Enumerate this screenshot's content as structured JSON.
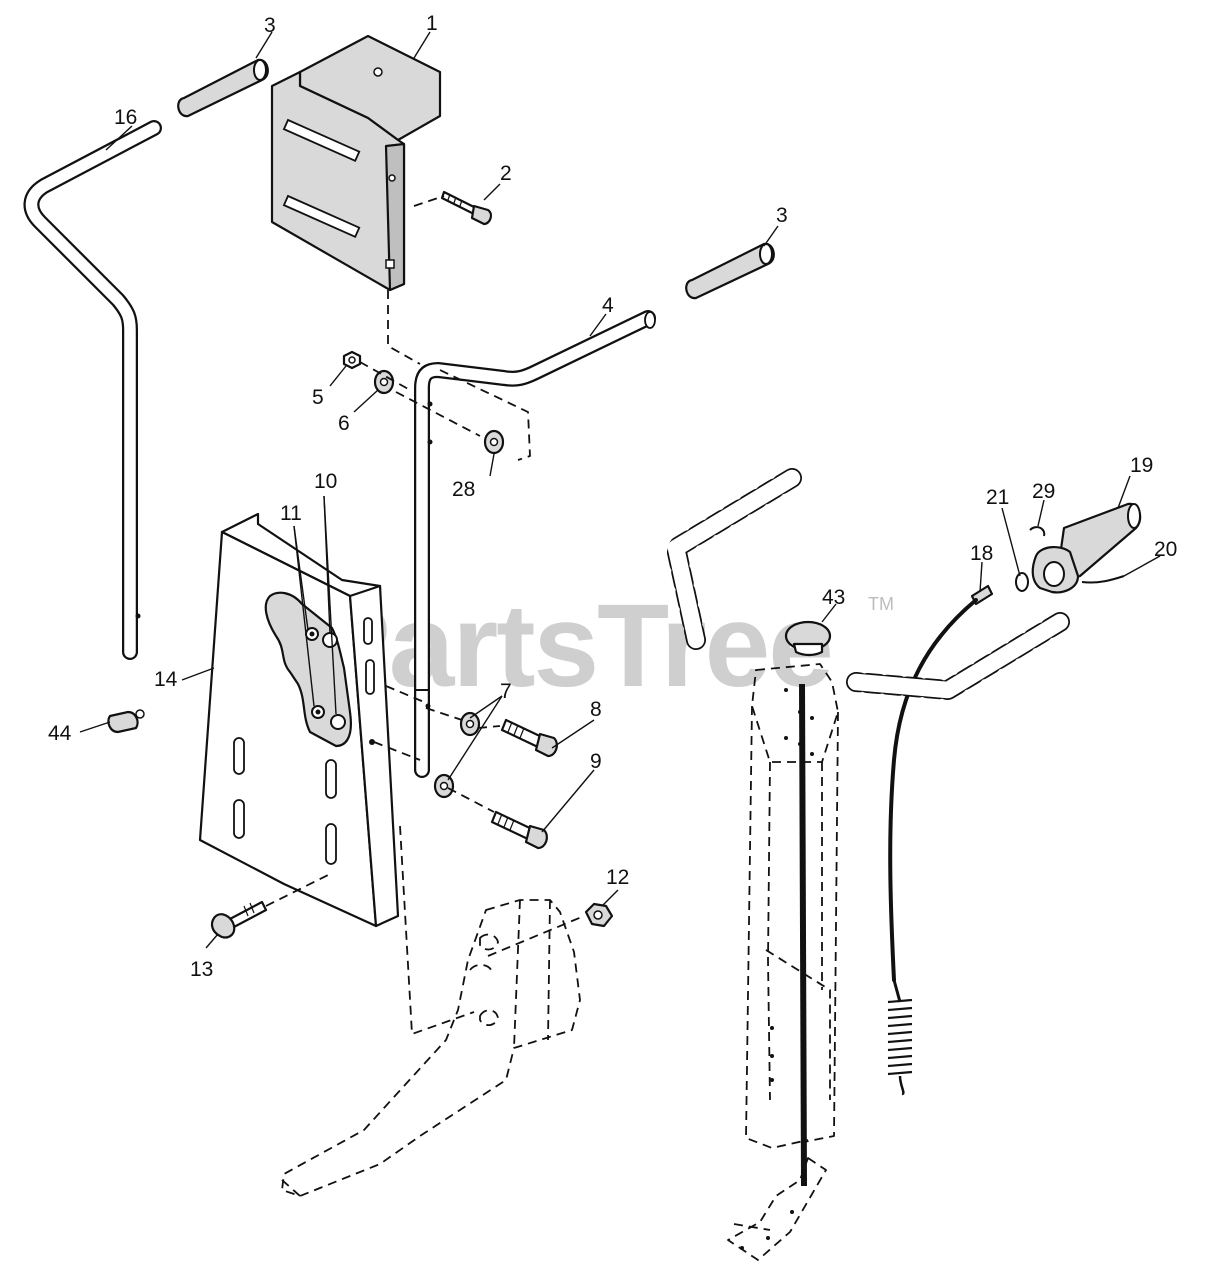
{
  "callouts": {
    "c1": "1",
    "c2": "2",
    "c3a": "3",
    "c3b": "3",
    "c4": "4",
    "c5": "5",
    "c6": "6",
    "c7": "7",
    "c8": "8",
    "c9": "9",
    "c10": "10",
    "c11": "11",
    "c12": "12",
    "c13": "13",
    "c14": "14",
    "c16": "16",
    "c18": "18",
    "c19": "19",
    "c20": "20",
    "c21": "21",
    "c28": "28",
    "c29": "29",
    "c43": "43",
    "c44": "44"
  },
  "watermark": {
    "text": "PartsTree",
    "tm": "TM"
  },
  "colors": {
    "ink": "#111111",
    "watermark": "#cfcfcf",
    "part_fill": "#d9d9d9"
  }
}
